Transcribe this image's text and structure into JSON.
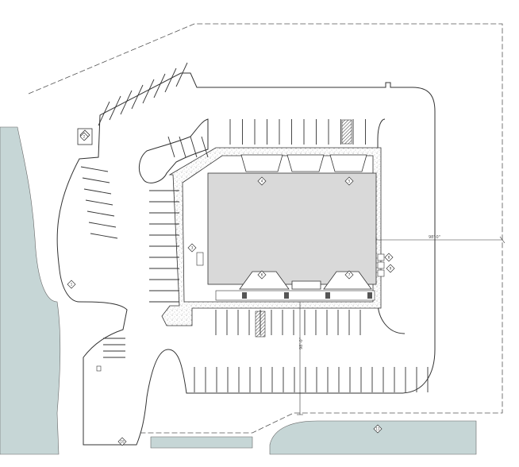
{
  "plan": {
    "dimension_labels": {
      "east_offset": "98'-0\"",
      "south_offset": "98'-0\""
    },
    "keynote_tags": [
      "1",
      "2",
      "3",
      "4",
      "5",
      "6",
      "7",
      "8",
      "9",
      "10",
      "11"
    ]
  },
  "colors": {
    "water": "#c6d6d6",
    "building": "#d9d9d9",
    "paving": "#ffffff",
    "lines": "#333333"
  }
}
